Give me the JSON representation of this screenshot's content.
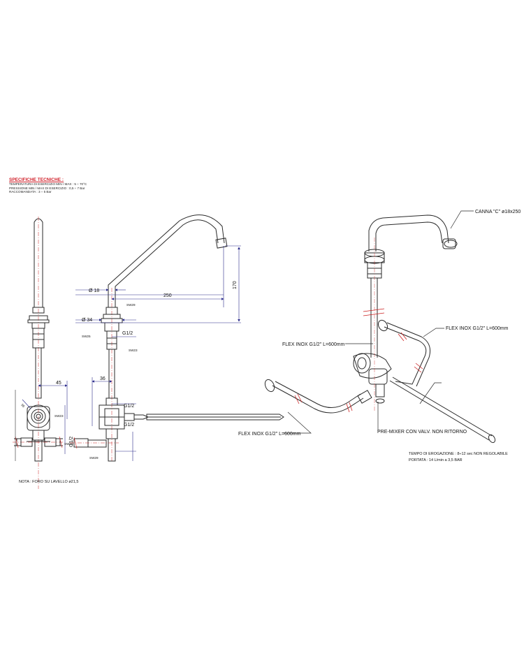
{
  "specs": {
    "title": "SPECIFICHE TECNICHE :",
    "temperature": "TEMPERATURA DI ESERCIZIO MIN / MAX : 5 ÷ 70°C",
    "pressure": "PRESSIONE MIN / MAX DI ESERCIZIO : 0,5 ÷ 7 Bar",
    "recommended": "RACCOMANDATA : 3 ÷ 5 Bar"
  },
  "dimensions": {
    "d18": "Ø 18",
    "d34": "Ø 34",
    "len250": "250",
    "h170": "170",
    "len45": "45",
    "len36": "36",
    "g12": "G1/2",
    "sw23": "SW23",
    "sw25": "SW25",
    "sw29": "SW29",
    "angle55": "55"
  },
  "callouts": {
    "canna": "CANNA \"C\" ø18x250",
    "flex_a": "FLEX INOX G1/2\" L=600mm",
    "flex_b": "FLEX INOX G1/2\" L=600mm",
    "flex_c": "FLEX INOX G1/2\" L=600mm",
    "premixer": "PRE-MIXER CON VALV. NON RITORNO"
  },
  "notes": {
    "tempo": "TEMPO DI EROGAZIONE : 8÷12 sec NON REGOLABILE",
    "portata": "PORTATA : 14 L/min a 3,5 BAR",
    "nota": "NOTA : FORO SU LAVELLO ø21,5"
  },
  "colors": {
    "line": "#2a2a2a",
    "dimension": "#2c2c8c",
    "center": "#cc2222",
    "title": "#d0202a"
  }
}
